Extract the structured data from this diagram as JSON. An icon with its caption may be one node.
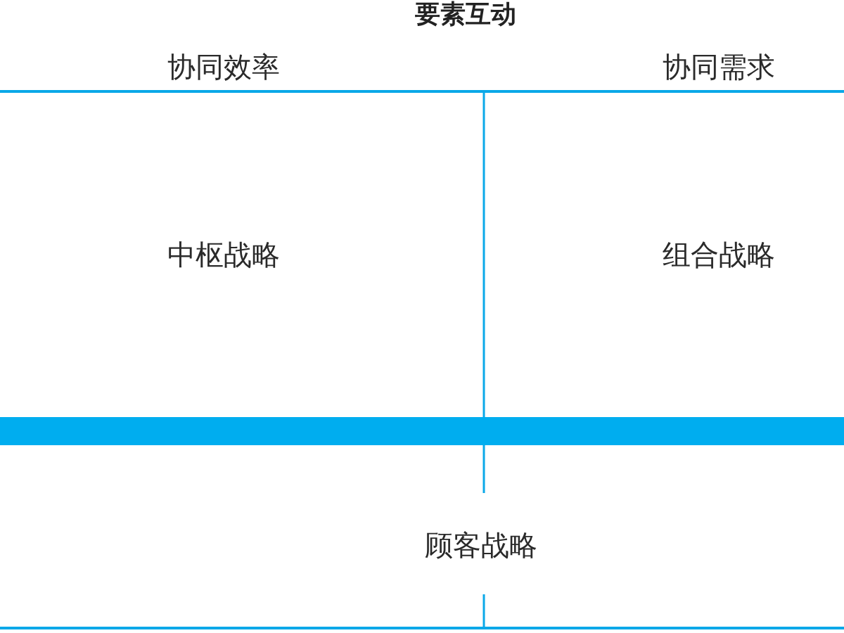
{
  "diagram": {
    "title": "要素互动",
    "labels": [
      "协同效率",
      "协同需求",
      "中枢战略",
      "组合战略",
      "顾客战略"
    ]
  }
}
